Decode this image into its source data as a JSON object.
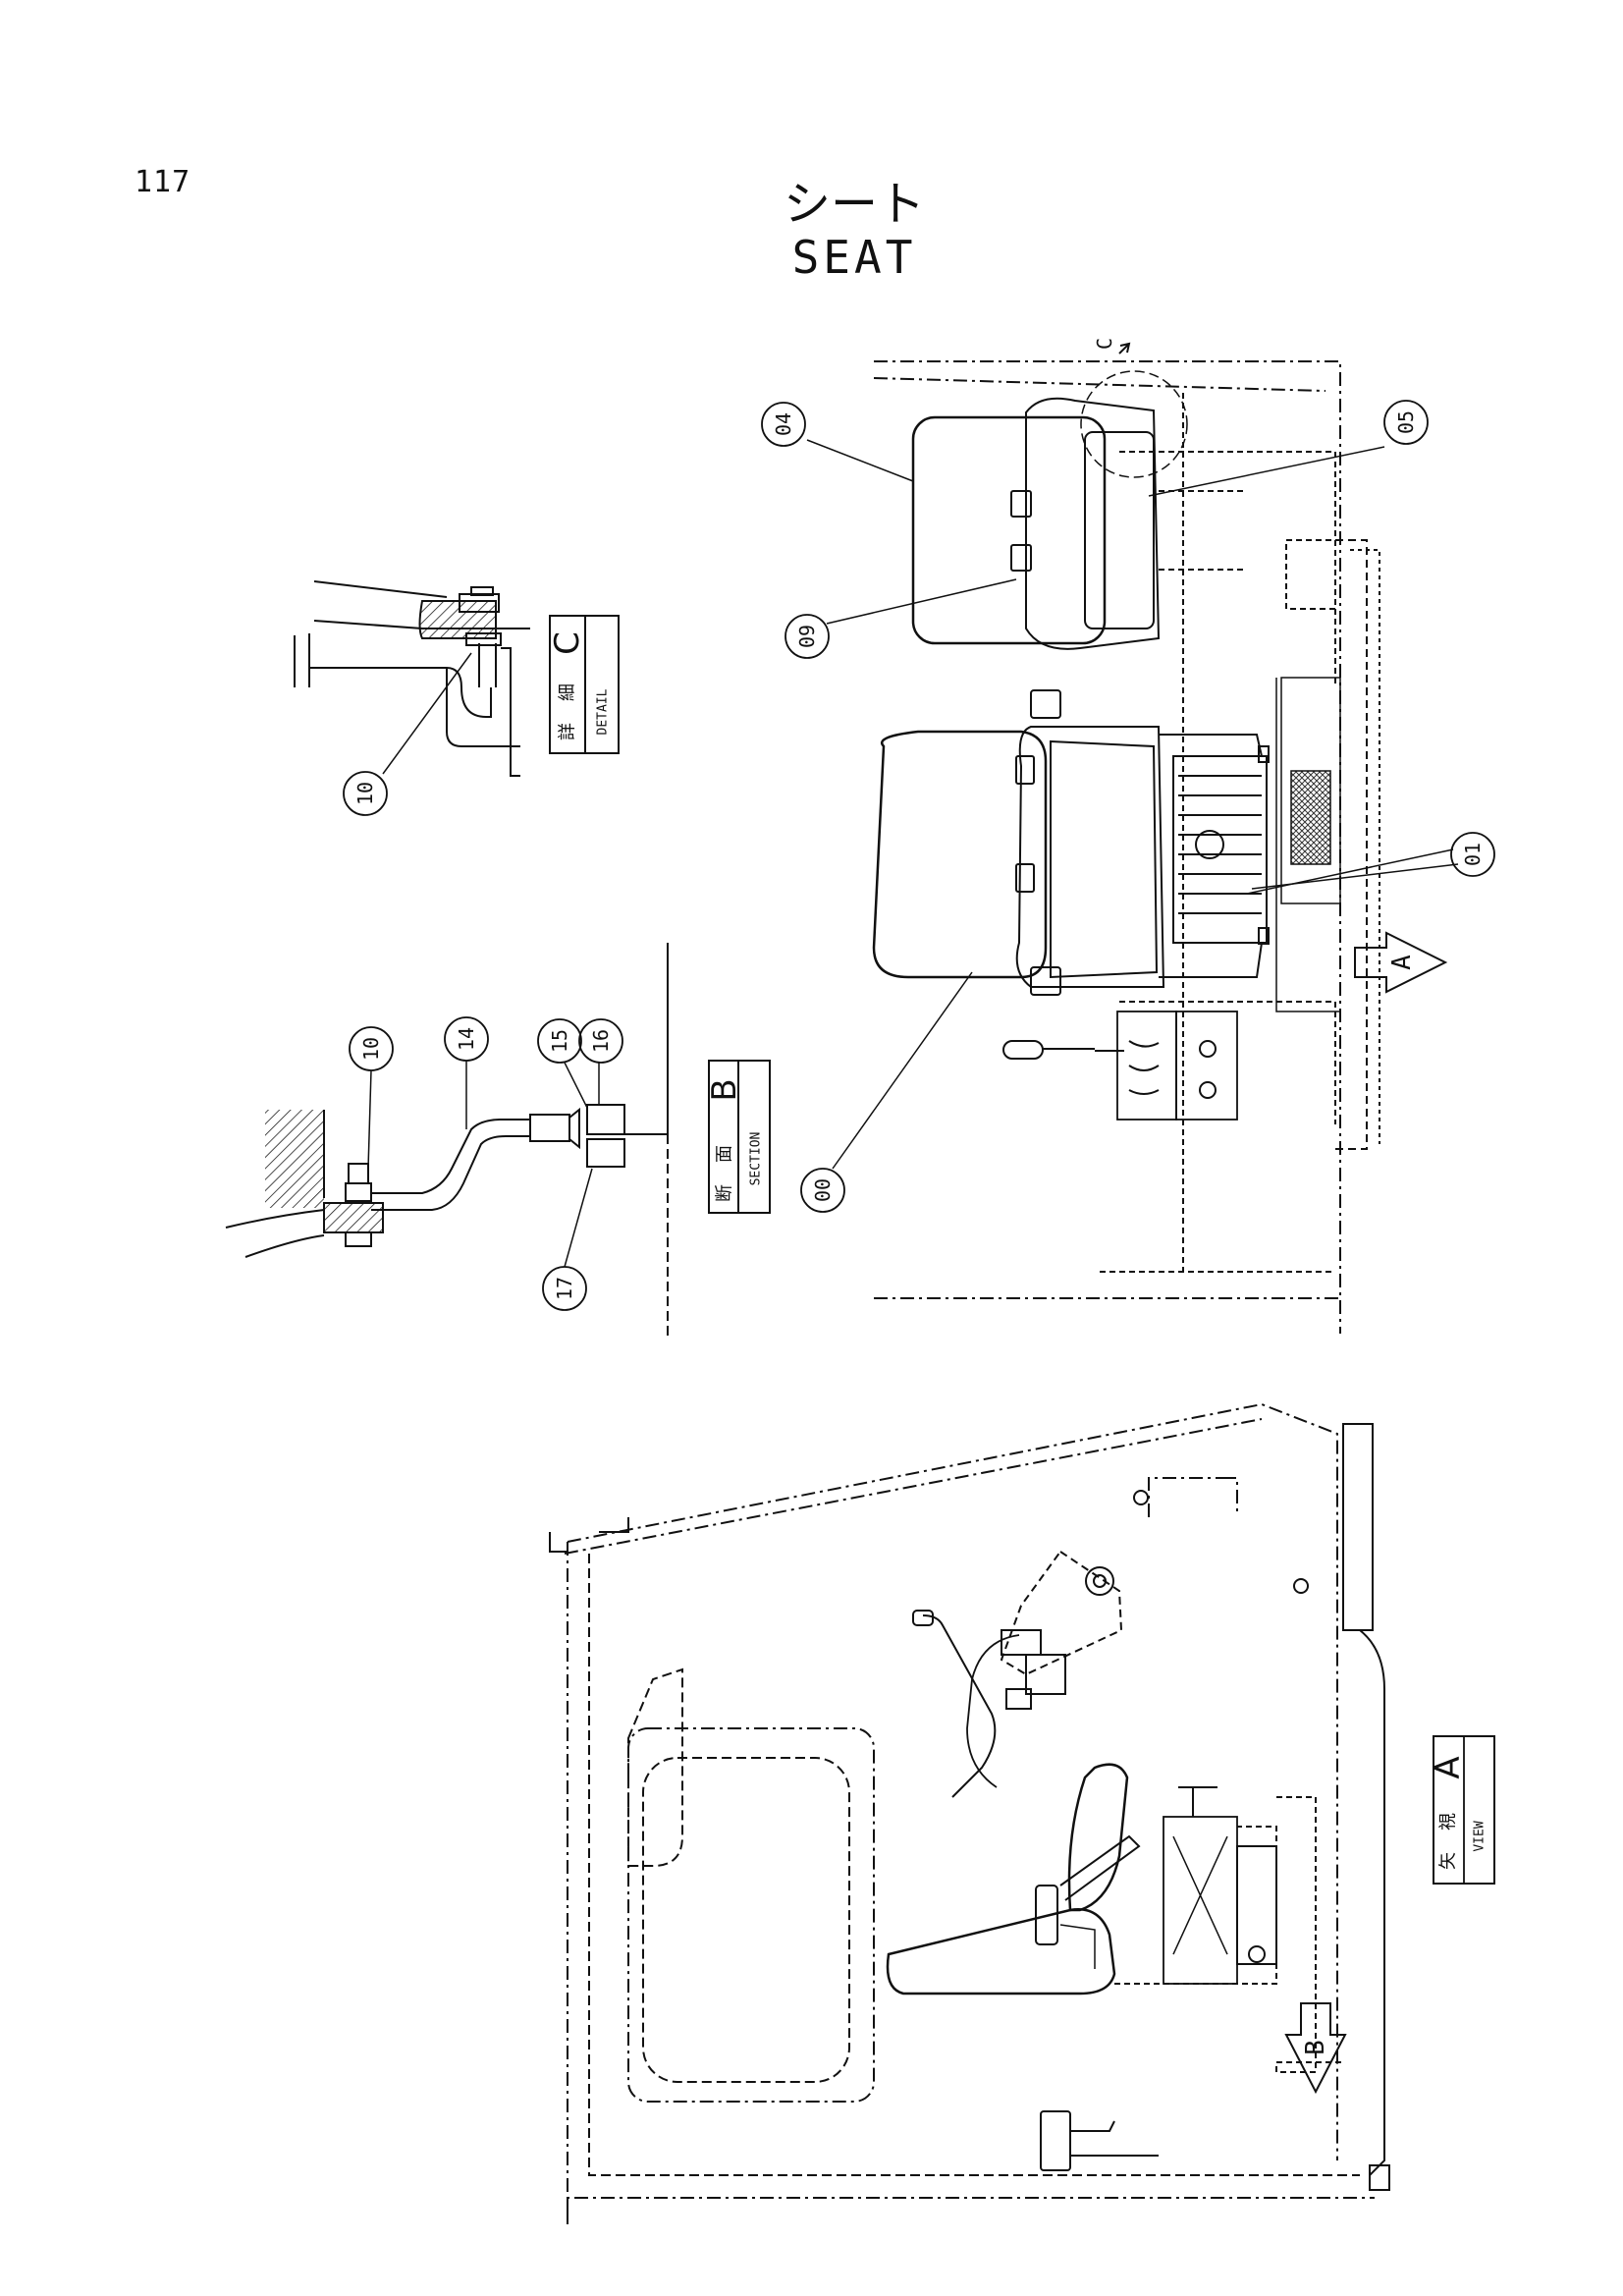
{
  "page_number": "117",
  "title_jp": "シート",
  "title_en": "SEAT",
  "callouts": [
    "00",
    "01",
    "04",
    "05",
    "09",
    "10",
    "10",
    "14",
    "15",
    "16",
    "17"
  ],
  "views": {
    "detail_c": {
      "kanji_1": "詳",
      "kanji_2": "細",
      "sub": "DETAIL",
      "letter": "C"
    },
    "section_b": {
      "kanji_1": "断",
      "kanji_2": "面",
      "sub": "SECTION",
      "letter": "B"
    },
    "view_a": {
      "kanji_1": "矢",
      "kanji_2": "視",
      "sub": "VIEW",
      "letter": "A"
    }
  },
  "markers": {
    "c_marker": "C",
    "arrow_a": "A",
    "arrow_b": "B"
  }
}
